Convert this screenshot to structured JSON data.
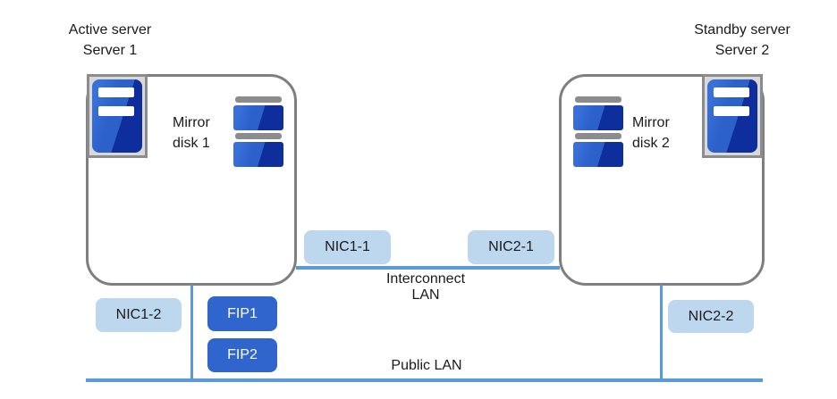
{
  "diagram": {
    "servers": [
      {
        "title_line1": "Active server",
        "title_line2": "Server 1",
        "disk_label_line1": "Mirror",
        "disk_label_line2": "disk 1"
      },
      {
        "title_line1": "Standby server",
        "title_line2": "Server 2",
        "disk_label_line1": "Mirror",
        "disk_label_line2": "disk 2"
      }
    ],
    "badges": {
      "nic1_1": "NIC1-1",
      "nic1_2": "NIC1-2",
      "nic2_1": "NIC2-1",
      "nic2_2": "NIC2-2",
      "fip1": "FIP1",
      "fip2": "FIP2"
    },
    "networks": {
      "interconnect_line1": "Interconnect",
      "interconnect_line2": "LAN",
      "public": "Public LAN"
    },
    "icons": {
      "server_icon": "blue tower server with two white drive bays in gray frame",
      "mirror_disk_icon": "two stacked blue disk platters with gray caps"
    },
    "colors": {
      "line_blue": "#5B9BD5",
      "box_border_gray": "#7F7F7F",
      "badge_light_blue": "#BDD7EE",
      "badge_fip_blue": "#2F65CC",
      "icon_blue_lighter": "#3A70DA",
      "icon_blue_light": "#2C61CC",
      "icon_blue_dark": "#0F2E9E",
      "icon_gray": "#8C8C8C",
      "frame_gray_fill": "#D9D9D9"
    }
  }
}
